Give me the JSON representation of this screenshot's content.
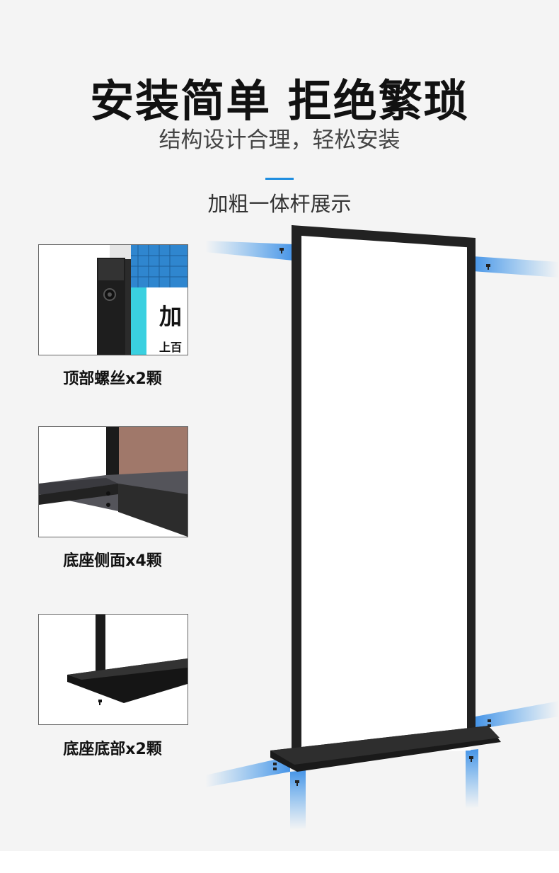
{
  "header": {
    "title": "安装简单 拒绝繁琐",
    "subtitle": "结构设计合理，轻松安装",
    "section_title": "加粗一体杆展示"
  },
  "details": [
    {
      "caption": "顶部螺丝x2颗",
      "thumb_text_1": "加",
      "thumb_text_2": "上百"
    },
    {
      "caption": "底座侧面x4颗"
    },
    {
      "caption": "底座底部x2颗"
    }
  ],
  "colors": {
    "accent": "#1f8ee0",
    "frame": "#222222",
    "background": "#f4f4f4"
  }
}
